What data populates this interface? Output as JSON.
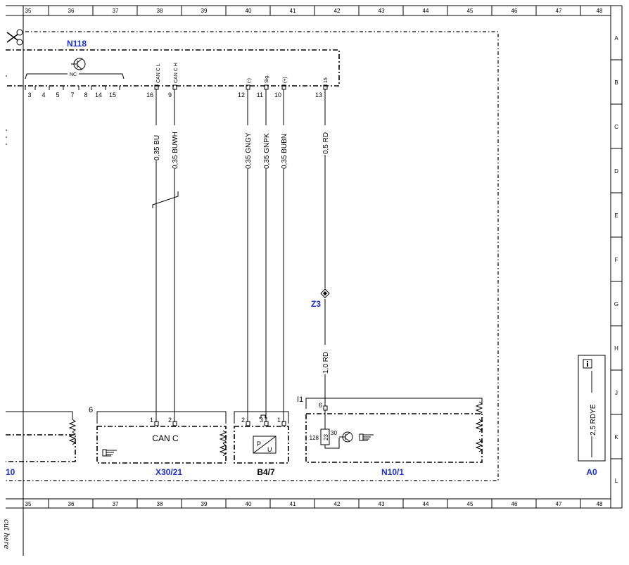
{
  "grid": {
    "columns": [
      "35",
      "36",
      "37",
      "38",
      "39",
      "40",
      "41",
      "42",
      "43",
      "44",
      "45",
      "46",
      "47",
      "48"
    ],
    "rows": [
      "A",
      "B",
      "C",
      "D",
      "E",
      "F",
      "G",
      "H",
      "J",
      "K",
      "L"
    ]
  },
  "components": {
    "n118": {
      "label": "N118",
      "nc_label": "NC",
      "pins_left": [
        "3",
        "4",
        "5",
        "7",
        "8",
        "14",
        "15"
      ],
      "pin_signals": [
        "CAN C L",
        "CAN C H",
        "(-)",
        "Sig.",
        "(+)",
        "15"
      ],
      "pin_numbers": [
        "16",
        "9",
        "12",
        "11",
        "10",
        "13"
      ]
    },
    "x30_21": {
      "label": "X30/21",
      "title": "CAN C",
      "pins": [
        "1",
        "2"
      ],
      "index": "6"
    },
    "b4_7": {
      "label": "B4/7",
      "pins": [
        "2",
        "3",
        "1"
      ],
      "sensor_p": "P",
      "sensor_u": "U"
    },
    "n10_1": {
      "label": "N10/1",
      "pins": [
        "6"
      ],
      "index": "I1",
      "fuse": "23",
      "fuse_left": "128",
      "fuse_right": "30"
    },
    "z3": {
      "label": "Z3"
    },
    "a0": {
      "label": "A0",
      "wire": "2,5 RDYE"
    },
    "left_partial": {
      "label": "10"
    }
  },
  "wires": [
    "0,35 BU",
    "0,35 BUWH",
    "0,35 GNGY",
    "0,35 GNPK",
    "0,35 BUBN",
    "0,5 RD",
    "1,0 RD"
  ],
  "cut_here": "cut here"
}
